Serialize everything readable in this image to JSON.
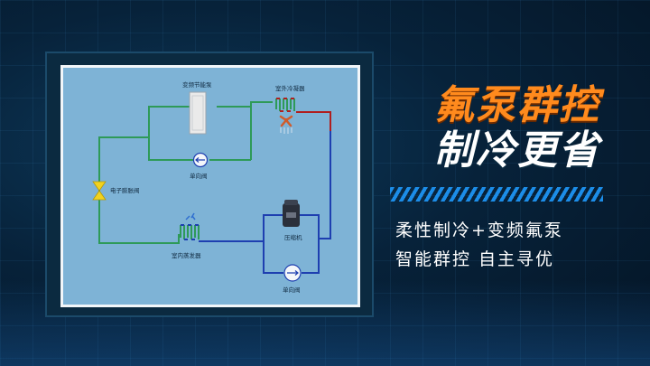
{
  "headline": {
    "line1": "氟泵群控",
    "line2": "制冷更省"
  },
  "subtitle": {
    "line1": "柔性制冷+变频氟泵",
    "line2": "智能群控 自主寻优"
  },
  "diagram": {
    "labels": {
      "pump": "变频节能泵",
      "condenser": "室外冷凝器",
      "expansion_valve": "电子膨胀阀",
      "check_valve_top": "单向阀",
      "compressor": "压缩机",
      "evaporator": "室内蒸发器",
      "check_valve_bottom": "单向阀"
    },
    "colors": {
      "green_pipe": "#2e9a58",
      "blue_pipe": "#1e3fb0",
      "red_pipe": "#b01e1e",
      "valve_yellow": "#f2d21e"
    }
  },
  "icons": [
    "pump-cabinet-icon",
    "condenser-coil-icon",
    "fan-icon",
    "check-valve-icon",
    "expansion-valve-icon",
    "compressor-icon",
    "evaporator-coil-icon"
  ]
}
